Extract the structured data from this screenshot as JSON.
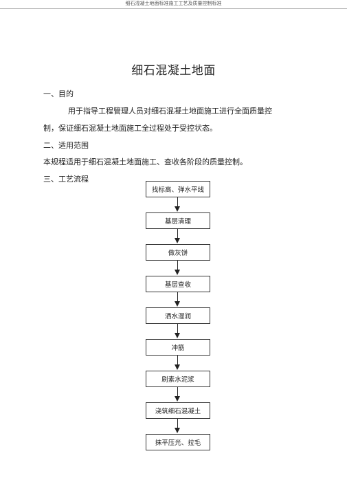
{
  "header": {
    "text": "细石混凝土地面标准施工工艺及质量控制标准"
  },
  "title": "细石混凝土地面",
  "sections": {
    "purpose_heading": "一、目的",
    "purpose_line1": "用于指导工程管理人员对细石混凝土地面施工进行全面质量控",
    "purpose_line2": "制，保证细石混凝土地面施工全过程处于受控状态。",
    "scope_heading": "二、适用范围",
    "scope_text": "本规程适用于细石混凝土地面施工、查收各阶段的质量控制。",
    "process_heading": "三、工艺流程"
  },
  "flow_steps": [
    "找标高、弹水平线",
    "基层清理",
    "做灰饼",
    "基层查收",
    "洒水湿润",
    "冲筋",
    "刷素水泥浆",
    "浇筑细石混凝土",
    "抹平压光、拉毛"
  ]
}
